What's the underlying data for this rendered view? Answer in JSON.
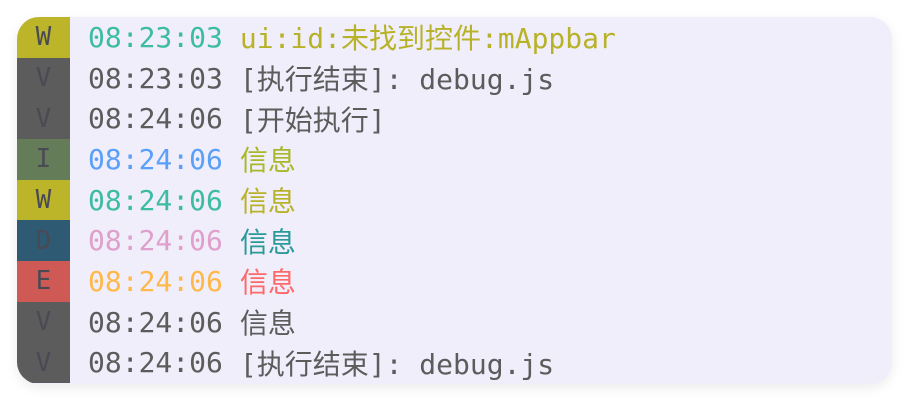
{
  "colors": {
    "W": {
      "badge": "#bcb52a",
      "time": "#3dbca4",
      "msg": "#b8b228"
    },
    "V": {
      "badge": "#5c5c5c",
      "time": "#5c5c5c",
      "msg": "#5c5c5c"
    },
    "I": {
      "badge": "#647c58",
      "time": "#5aa0f8",
      "msg": "#a8b828"
    },
    "D": {
      "badge": "#2e5a73",
      "time": "#e0a0cc",
      "msg": "#2a9a98"
    },
    "E": {
      "badge": "#cf5a55",
      "time": "#ffb84a",
      "msg": "#ff6868"
    }
  },
  "logs": [
    {
      "level": "W",
      "time": "08:23:03",
      "message": "ui:id:未找到控件:mAppbar"
    },
    {
      "level": "V",
      "time": "08:23:03",
      "message": "[执行结束]: debug.js"
    },
    {
      "level": "V",
      "time": "08:24:06",
      "message": "[开始执行]"
    },
    {
      "level": "I",
      "time": "08:24:06",
      "message": "信息"
    },
    {
      "level": "W",
      "time": "08:24:06",
      "message": "信息"
    },
    {
      "level": "D",
      "time": "08:24:06",
      "message": "信息"
    },
    {
      "level": "E",
      "time": "08:24:06",
      "message": "信息"
    },
    {
      "level": "V",
      "time": "08:24:06",
      "message": "信息"
    },
    {
      "level": "V",
      "time": "08:24:06",
      "message": "[执行结束]: debug.js"
    }
  ]
}
